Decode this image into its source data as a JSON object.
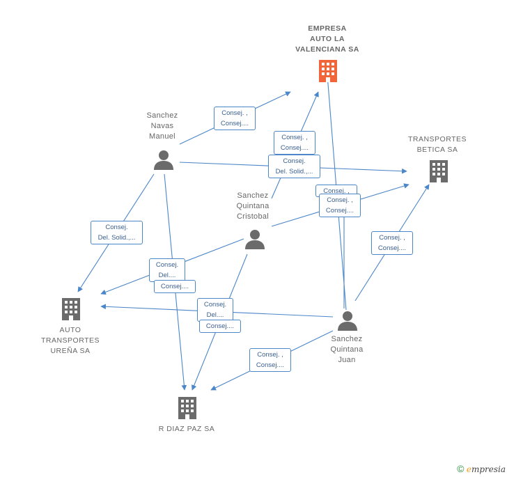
{
  "nodes": {
    "empresa_auto_la_valenciana": {
      "label": "EMPRESA\nAUTO LA\nVALENCIANA SA",
      "type": "company",
      "color": "#f0663a",
      "icon": "building-icon"
    },
    "transportes_betica": {
      "label": "TRANSPORTES\nBETICA SA",
      "type": "company",
      "color": "#6b6b6b",
      "icon": "building-icon"
    },
    "auto_transportes_urena": {
      "label": "AUTO\nTRANSPORTES\nUREÑA SA",
      "type": "company",
      "color": "#6b6b6b",
      "icon": "building-icon"
    },
    "r_diaz_paz": {
      "label": "R DIAZ PAZ SA",
      "type": "company",
      "color": "#6b6b6b",
      "icon": "building-icon"
    },
    "sanchez_navas_manuel": {
      "label": "Sanchez\nNavas\nManuel",
      "type": "person",
      "color": "#6b6b6b",
      "icon": "person-icon"
    },
    "sanchez_quintana_cristobal": {
      "label": "Sanchez\nQuintana\nCristobal",
      "type": "person",
      "color": "#6b6b6b",
      "icon": "person-icon"
    },
    "sanchez_quintana_juan": {
      "label": "Sanchez\nQuintana\nJuan",
      "type": "person",
      "color": "#6b6b6b",
      "icon": "person-icon"
    }
  },
  "edge_labels": {
    "navas_to_empresa": "Consej. ,\nConsej....",
    "cristobal_to_empresa": "Consej. ,\nConsej....",
    "navas_to_betica": "Consej.\nDel. Solid.,...",
    "juan_to_betica_a": "Consej. ,",
    "juan_to_betica_b": "Consej. ,\nConsej....",
    "juan_to_betica_c": "Consej. ,\nConsej....",
    "navas_to_urena": "Consej.\nDel. Solid.,...",
    "cristobal_to_urena_a": "Consej.\nDel....",
    "cristobal_to_urena_b": "Consej....",
    "juan_to_urena_a": "Consej.\nDel....",
    "juan_to_urena_b": "Consej....",
    "juan_to_rdiaz": "Consej. ,\nConsej...."
  },
  "footer": {
    "copyright": "©",
    "brand_e": "e",
    "brand_rest": "mpresia"
  },
  "colors": {
    "edge": "#4a86c8",
    "focus_company": "#f0663a",
    "node": "#6b6b6b"
  }
}
